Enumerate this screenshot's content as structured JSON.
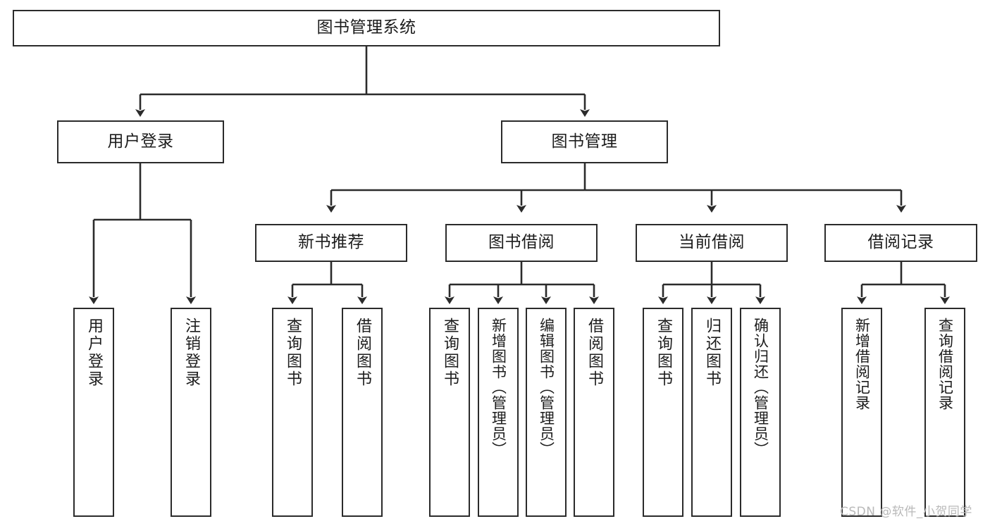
{
  "diagram": {
    "title": "图书管理系统",
    "root": {
      "label": "图书管理系统"
    },
    "level2": [
      {
        "label": "用户登录"
      },
      {
        "label": "图书管理"
      }
    ],
    "level3": [
      {
        "label": "新书推荐"
      },
      {
        "label": "图书借阅"
      },
      {
        "label": "当前借阅"
      },
      {
        "label": "借阅记录"
      }
    ],
    "leaves": {
      "user_login": [
        {
          "label": "用户登录"
        },
        {
          "label": "注销登录"
        }
      ],
      "new_book": [
        {
          "label": "查询图书"
        },
        {
          "label": "借阅图书"
        }
      ],
      "borrow_book": [
        {
          "label": "查询图书"
        },
        {
          "label": "新增图书（管理员）"
        },
        {
          "label": "编辑图书（管理员）"
        },
        {
          "label": "借阅图书"
        }
      ],
      "current_borrow": [
        {
          "label": "查询图书"
        },
        {
          "label": "归还图书"
        },
        {
          "label": "确认归还（管理员）"
        }
      ],
      "borrow_record": [
        {
          "label": "新增借阅记录"
        },
        {
          "label": "查询借阅记录"
        }
      ]
    }
  },
  "watermark": {
    "text": "CSDN @软件_小贺同学"
  },
  "colors": {
    "stroke": "#2b2b2b",
    "background": "#ffffff",
    "text": "#1c1c1c",
    "watermark": "#b9b9b9"
  }
}
